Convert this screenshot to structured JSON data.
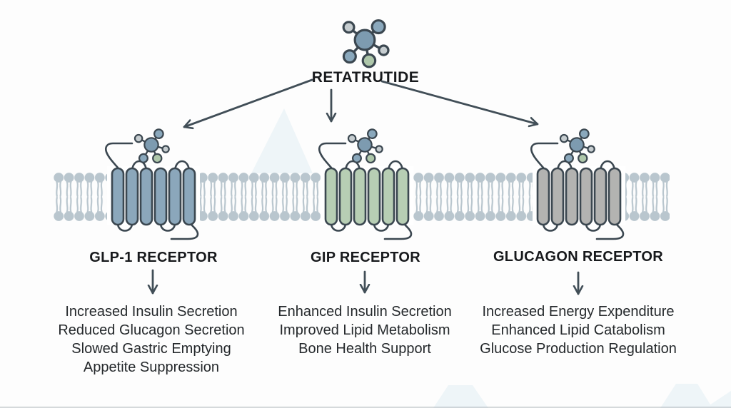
{
  "title": "RETATRUTIDE",
  "colors": {
    "background": "#fdfdfd",
    "outline": "#3b4750",
    "arrow": "#414e57",
    "text-dark": "#17191c",
    "text-body": "#24282b",
    "membrane": "#b9c6ce",
    "molecule-center": "#7d9bb0",
    "molecule-blue": "#8aa8bc",
    "molecule-gray": "#c6cdd0",
    "molecule-green": "#aec7aa",
    "watermark": "#eef5f8"
  },
  "receptors": [
    {
      "name": "GLP-1 RECEPTOR",
      "color": "#8ba7bb",
      "effects": [
        "Increased Insulin Secretion",
        "Reduced Glucagon Secretion",
        "Slowed Gastric Emptying",
        "Appetite Suppression"
      ]
    },
    {
      "name": "GIP RECEPTOR",
      "color": "#b7ceb4",
      "effects": [
        "Enhanced Insulin Secretion",
        "Improved Lipid Metabolism",
        "Bone Health Support"
      ]
    },
    {
      "name": "GLUCAGON RECEPTOR",
      "color": "#b3b3b1",
      "effects": [
        "Increased Energy Expenditure",
        "Enhanced Lipid Catabolism",
        "Glucose Production Regulation"
      ]
    }
  ],
  "icons": {
    "ligand": "molecule-icon",
    "pointer": "arrow-icon"
  }
}
